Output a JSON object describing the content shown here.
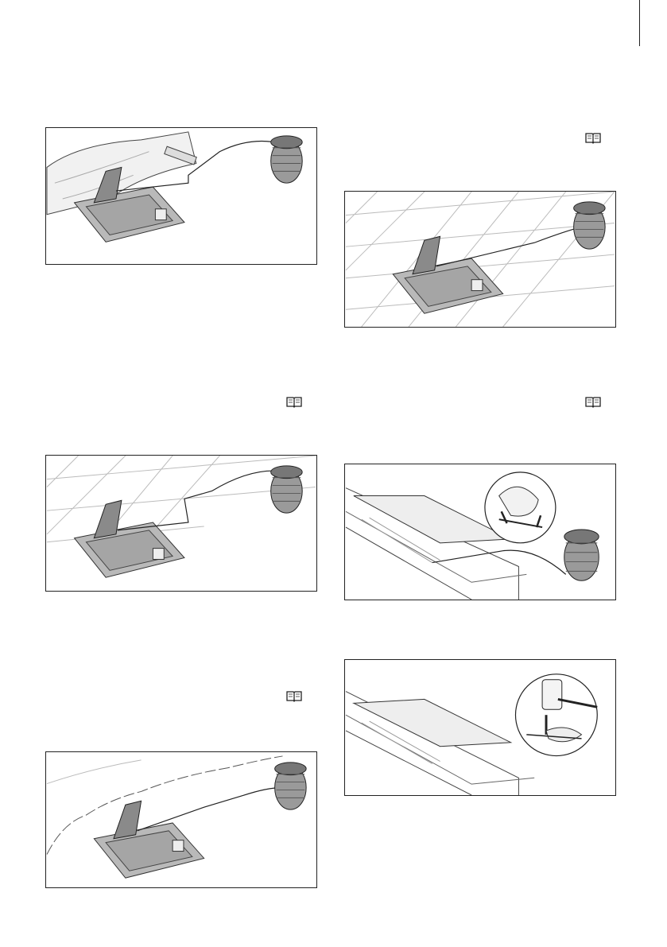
{
  "page": {
    "figures": [
      {
        "id": "fig-a",
        "ground": "wall",
        "callout": "none"
      },
      {
        "id": "fig-b",
        "ground": "paving",
        "callout": "none"
      },
      {
        "id": "fig-c",
        "ground": "paving",
        "callout": "none"
      },
      {
        "id": "fig-d",
        "ground": "grass",
        "callout": "pressing-wire"
      },
      {
        "id": "fig-e",
        "ground": "hedge",
        "callout": "none"
      },
      {
        "id": "fig-f",
        "ground": "grass",
        "callout": "hammering-peg"
      }
    ],
    "icons": [
      "book-icon",
      "book-icon",
      "book-icon",
      "book-icon"
    ]
  },
  "colors": {
    "line": "#222222",
    "plate": "#b9b9b9",
    "plate_dark": "#8a8a8a",
    "label": "#e8e8e8",
    "spool": "#9a9a9a"
  }
}
